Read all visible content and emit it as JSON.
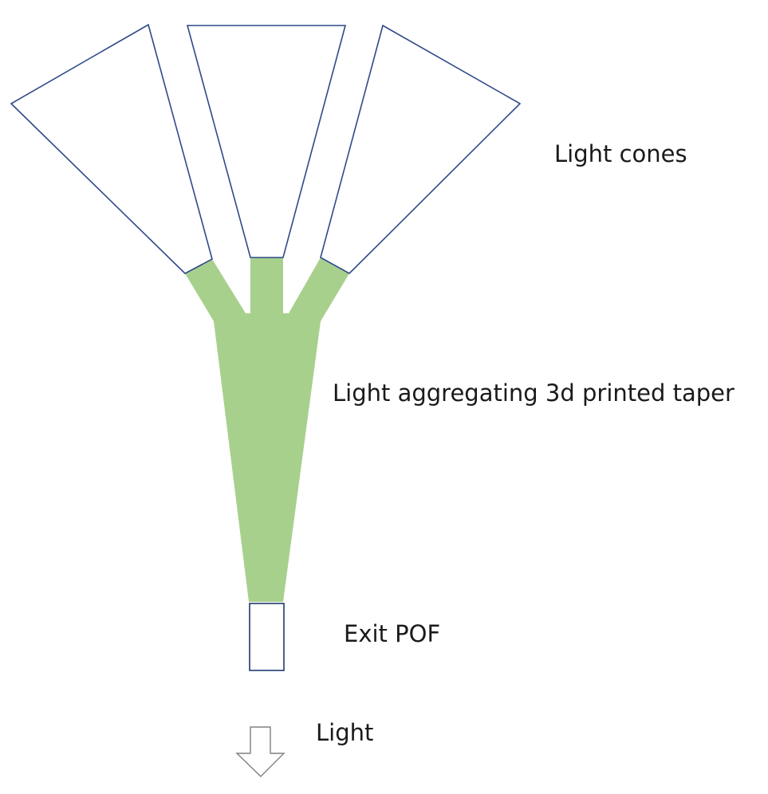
{
  "labels": {
    "light_cones": "Light cones",
    "taper": "Light aggregating 3d printed taper",
    "exit_pof": "Exit POF",
    "light": "Light"
  },
  "colors": {
    "cone_outline": "#2f4a8a",
    "taper_fill": "#a8d08d",
    "pof_outline": "#1f3a6e",
    "arrow_outline": "#808080",
    "text": "#1a1a1a"
  }
}
